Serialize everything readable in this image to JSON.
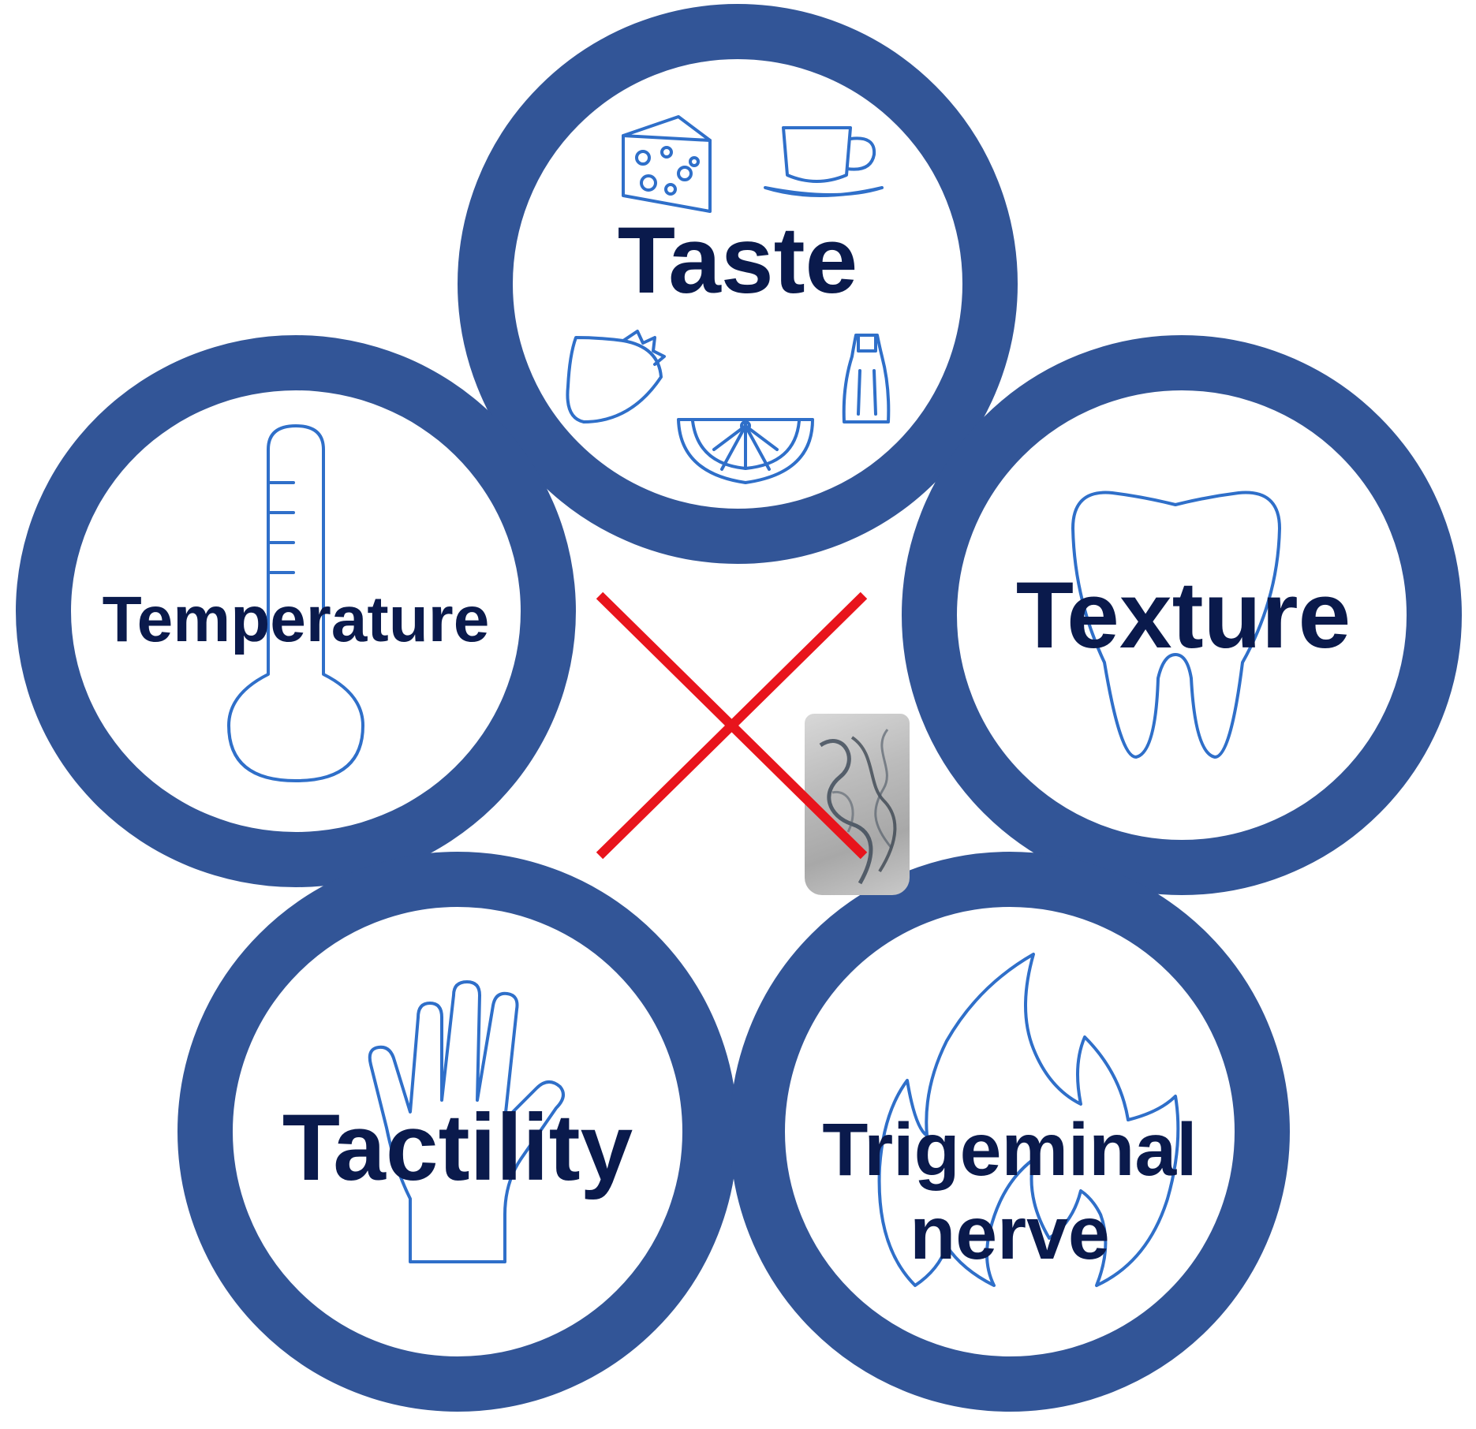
{
  "colors": {
    "ring": "#325597",
    "icon": "#2f6fc9",
    "text": "#0a1a4c",
    "cross": "#e8141c"
  },
  "circles": [
    {
      "id": "taste",
      "label": "Taste",
      "icons": [
        "cheese-icon",
        "coffee-cup-icon",
        "strawberry-icon",
        "lemon-slice-icon",
        "salt-shaker-icon"
      ]
    },
    {
      "id": "temperature",
      "label": "Temperature",
      "icons": [
        "thermometer-icon"
      ]
    },
    {
      "id": "texture",
      "label": "Texture",
      "icons": [
        "tooth-icon"
      ]
    },
    {
      "id": "tactility",
      "label": "Tactility",
      "icons": [
        "hand-icon"
      ]
    },
    {
      "id": "trigeminal",
      "label_line1": "Trigeminal",
      "label_line2": "nerve",
      "icons": [
        "flame-icon"
      ]
    }
  ],
  "center": {
    "icons": [
      "red-cross-icon",
      "smoke-image"
    ]
  }
}
